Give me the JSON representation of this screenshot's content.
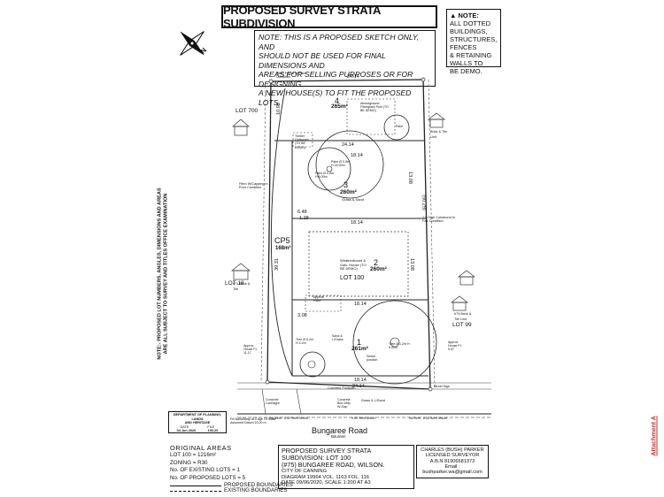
{
  "title": "PROPOSED SURVEY STRATA SUBDIVISION",
  "note_box": {
    "header": "NOTE:",
    "lines": [
      "ALL DOTTED",
      "BUILDINGS,",
      "STRUCTURES,",
      "FENCES",
      "& RETAINING",
      "WALLS TO",
      "BE DEMO."
    ]
  },
  "warning_note": {
    "lines": [
      "NOTE: THIS IS A PROPOSED SKETCH ONLY, AND",
      "SHOULD NOT BE USED FOR FINAL DIMENSIONS AND",
      "AREAS FOR SELLING PURPOSES OR FOR DESIGNING",
      "A NEW HOUSE(S) TO FIT THE PROPOSED LOTS."
    ]
  },
  "side_note": "NOTE:- PROPOSED LOT NUMBERS, ANGLES, DIMENSIONS AND AREAS ARE ALL SUBJECT TO SURVEY AND TITLES OFFICE EXAMINATION",
  "north_label": "N",
  "lots": [
    {
      "num": "4",
      "area": "265m²"
    },
    {
      "num": "3",
      "area": "260m²"
    },
    {
      "num": "2",
      "area": "260m²"
    },
    {
      "num": "1",
      "area": "261m²"
    }
  ],
  "cp_label": "CP5",
  "cp_area": "168m²",
  "lot100_label": "LOT 100",
  "lot100_text": "Weatherboard & Galv. House (TO BE DEMO)",
  "neighbours": {
    "lot700": "LOT 700",
    "lot18": "LOT 18",
    "lot99": "LOT 99",
    "lot471": "#71 Brick & Tile",
    "lot473": "#73 Brick & Tile Unit",
    "lot77": "Brick & Tile Unit"
  },
  "dimensions": {
    "top": "24.14",
    "lot3_top": "24.14",
    "lot3_inner": "18.14",
    "lot2_top": "18.14",
    "lot2_bottom": "18.14",
    "lot1_bottom": "18.14",
    "bottom": "24.14",
    "left_top": "10.96",
    "left_mid": "39.31",
    "right_1": "13.08",
    "right_2": "(50.29)",
    "right_3": "13.08",
    "cp_1": "6.48",
    "cp_2": "1.28",
    "cp_3": "3.08"
  },
  "labels": {
    "fence_top": "Fibro Fence in Poor Condition",
    "pool": "Aboveground Fibreglass Pool (TO BE DEMO)",
    "timber_outhouse": "Timber Outhouse (TO BE DEMO)",
    "palm1": "Palm Ø 0.5m H 16.00m",
    "palm2": "Palm Ø 0.5m H 8.00m",
    "palm3": "Palm",
    "grass_sand": "Grass & Sand",
    "fibro_capping": "Fibro W/Capping in Poor Condition",
    "high_colorbond": "1.8 High Colorbond in Fair Condition",
    "approx_patio": "Approx. Patio",
    "tree1": "Tree Ø 1.2m H 9.00m",
    "tree2": "Tree Ø 0.2m H 4.2m",
    "sand_grass": "Sand & L/Grass",
    "sewer": "Sewer junction",
    "approx_house_left": "Approx House FL 11.17",
    "approx_house_right": "Approx House FL 9.57",
    "concrete_footpath": "Concrete Footpath",
    "grass_verge": "Grass & L/Sand",
    "concrete_crossover": "Concrete Cannaght",
    "concrete_box": "Concrete Box Strip W-Gap",
    "kerb_left": "No Kerb",
    "kerb_right": "No Kerb",
    "kerb_mount": "6.40 Semi Mount",
    "kerb_mount2": "6.40 Semi Mount",
    "kerb_mount3": "6.40 Semi Mount",
    "street_sign": "Street Sign",
    "bench_mark": "Fill Nail&Wasp At Edge Of Road Assumed Datum 15.00 m"
  },
  "road": "Bungaree Road",
  "road_sub": "Bitumen",
  "dept_box": {
    "line1": "DEPARTMENT OF PLANNING, LANDS",
    "line2": "AND HERITAGE",
    "date_lbl": "DATE",
    "date_val": "04 Jun 2020",
    "file_lbl": "FILE",
    "file_val": "190-20"
  },
  "original_areas": {
    "header": "ORIGINAL AREAS",
    "lines": [
      "LOT 100 = 1216m²",
      "ZONING = R30",
      "No. OF EXISTING LOTS = 1",
      "No. OF PROPOSED LOTS = 5"
    ],
    "legend_proposed": "PROPOSED BOUNDARIES",
    "legend_existing": "EXISTING BOUNDARIES"
  },
  "info_box": {
    "line1": "PROPOSED SURVEY STRATA SUBDIVISION: LOT 100",
    "line2": "(#75) BUNGAREE ROAD, WILSON.",
    "line3": "CITY OF CANNING",
    "line4": "DIAGRAM   19964   VOL. 1163   FOL. 116",
    "line5": "DATE 09/06/2020,   SCALE 1:200 AT A3"
  },
  "surveyor_box": {
    "line1": "CHARLES (BUSH) PARKER",
    "line2": "LICENSED SURVEYOR",
    "line3": "A.B.N 81906681373",
    "line4": "Email : bushparker.wa@gmail.com"
  },
  "attachment": "Attachment A"
}
